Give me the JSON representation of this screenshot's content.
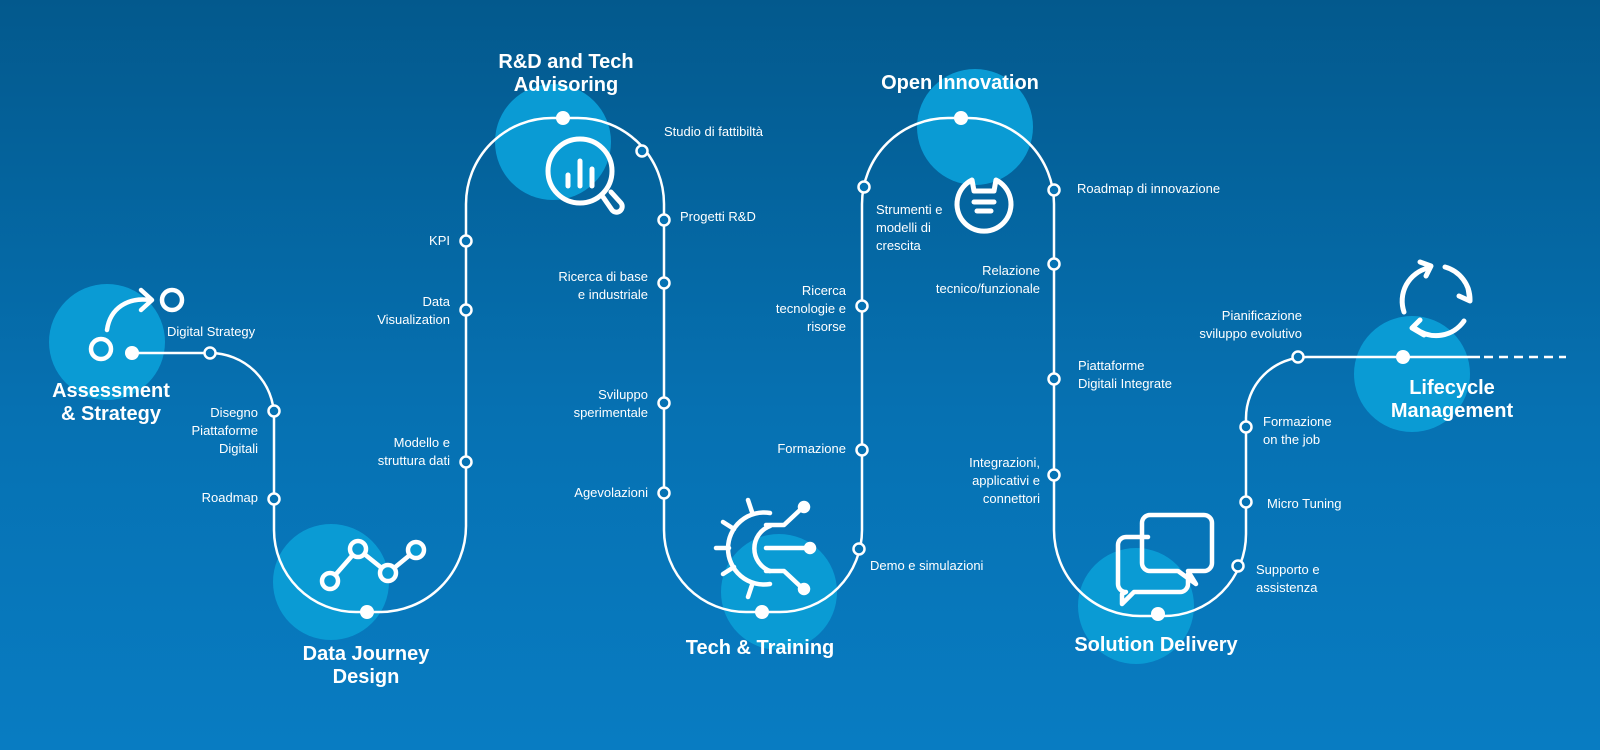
{
  "colors": {
    "background_top": "#03598d",
    "background_bottom": "#087cc2",
    "bubble": "#0a9bd4",
    "path": "#ffffff"
  },
  "stages": [
    {
      "title": "Assessment\n& Strategy",
      "icon": "strategy-arrow-icon"
    },
    {
      "title": "Data Journey\nDesign",
      "icon": "data-journey-chart-icon"
    },
    {
      "title": "R&D and Tech\nAdvisoring",
      "icon": "magnifier-chart-icon"
    },
    {
      "title": "Tech & Training",
      "icon": "gear-circuit-icon"
    },
    {
      "title": "Open Innovation",
      "icon": "lightbulb-icon"
    },
    {
      "title": "Solution Delivery",
      "icon": "chat-bubbles-icon"
    },
    {
      "title": "Lifecycle\nManagement",
      "icon": "refresh-cycle-icon"
    }
  ],
  "labels": {
    "digital_strategy": "Digital Strategy",
    "disegno_piattaforme": "Disegno\nPiattaforme\nDigitali",
    "roadmap": "Roadmap",
    "kpi": "KPI",
    "data_visualization": "Data\nVisualization",
    "modello_struttura": "Modello e\nstruttura dati",
    "studio_fattibilita": "Studio di fattibiltà",
    "progetti_rd": "Progetti R&D",
    "ricerca_base": "Ricerca di base\ne industriale",
    "sviluppo_sperimentale": "Sviluppo\nsperimentale",
    "agevolazioni": "Agevolazioni",
    "strumenti_modelli": "Strumenti e\nmodelli di\ncrescita",
    "ricerca_tecnologie": "Ricerca\ntecnologie  e\nrisorse",
    "formazione": "Formazione",
    "demo_simulazioni": "Demo e simulazioni",
    "roadmap_innovazione": "Roadmap di innovazione",
    "relazione_tecnico": "Relazione\ntecnico/funzionale",
    "piattaforme_integrate": "Piattaforme\nDigitali Integrate",
    "integrazioni": "Integrazioni,\napplicativi e\nconnettori",
    "pianificazione": "Pianificazione\nsviluppo evolutivo",
    "formazione_job": "Formazione\non the job",
    "micro_tuning": "Micro Tuning",
    "supporto": "Supporto e\nassistenza"
  }
}
